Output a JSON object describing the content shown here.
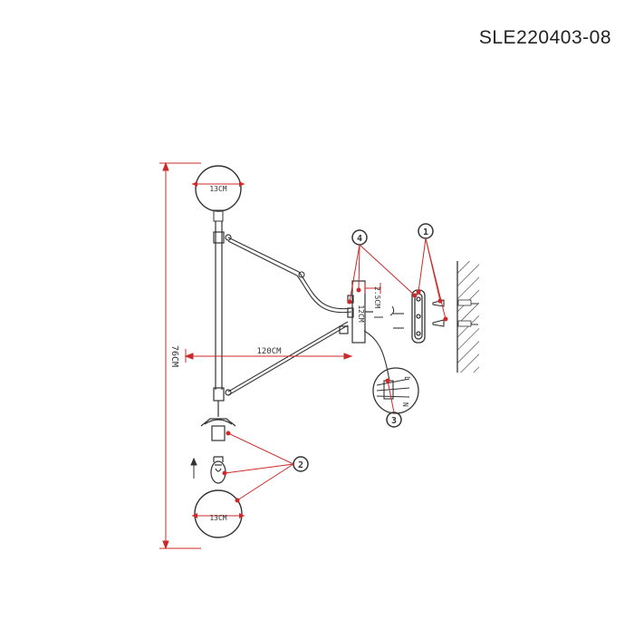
{
  "model_code": "SLE220403-08",
  "dimensions": {
    "total_height": "76CM",
    "arm_length": "120CM",
    "globe_top": "13CM",
    "globe_bottom": "13CM",
    "mount_depth": "2.5CM",
    "mount_width": "12CM"
  },
  "callouts": {
    "one": "1",
    "two": "2",
    "three": "3",
    "four": "4"
  },
  "wiring_labels": {
    "live": "L",
    "neutral": "N"
  },
  "colors": {
    "dimension_line": "#cc2a2a",
    "drawing": "#333333"
  }
}
